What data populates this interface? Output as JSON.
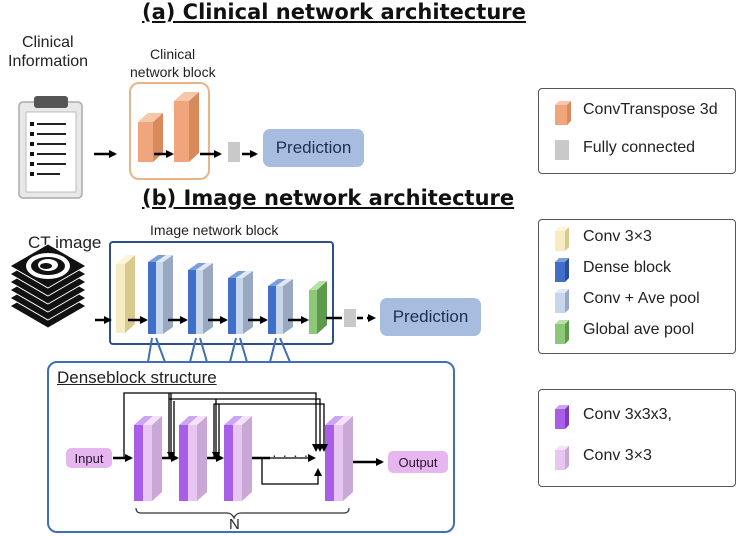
{
  "titles": {
    "a": "(a) Clinical network architecture",
    "b": "(b) Image network architecture"
  },
  "labels": {
    "clinical_info_line1": "Clinical",
    "clinical_info_line2": "Information",
    "clinical_block_line1": "Clinical",
    "clinical_block_line2": "network block",
    "ct_image": "CT image",
    "image_block": "Image network block",
    "dense_structure": "Denseblock structure",
    "input": "Input",
    "output": "Output",
    "dots": "· · · ·",
    "n": "N"
  },
  "predictions": {
    "clinical": "Prediction",
    "image": "Prediction"
  },
  "legends": {
    "clinical": [
      {
        "label": "ConvTranspose 3d",
        "color": "#f0a57c"
      },
      {
        "label": "Fully connected",
        "color": "#c9c9c9"
      }
    ],
    "image": [
      {
        "label": "Conv 3×3",
        "color": "#f6ecc4"
      },
      {
        "label": "Dense block",
        "color": "#3f6fc8"
      },
      {
        "label": "Conv + Ave pool",
        "color": "#c8d6ec"
      },
      {
        "label": "Global ave pool",
        "color": "#8dc878"
      }
    ],
    "dense": [
      {
        "label": "Conv 3x3x3,",
        "color": "#a95ee8"
      },
      {
        "label": "Conv 3×3",
        "color": "#e7c6f2"
      }
    ]
  },
  "colors": {
    "clinical_block_border": "#eab488",
    "image_block_border": "#2f4f8a",
    "dense_border": "#3f6fb4"
  }
}
